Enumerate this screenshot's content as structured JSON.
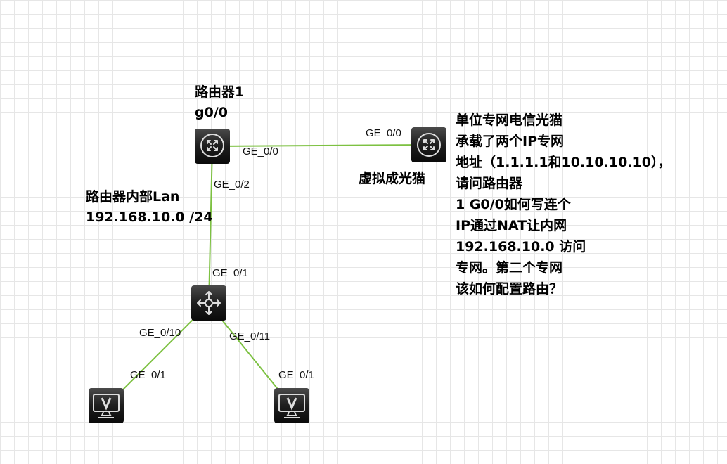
{
  "devices": {
    "router1": {
      "title": "路由器1",
      "subtitle": "g0/0"
    },
    "router2": {
      "caption": "虚拟成光猫"
    },
    "lan": {
      "title": "路由器内部Lan",
      "subnet": "192.168.10.0 /24"
    }
  },
  "ports": {
    "r1_to_r2": "GE_0/0",
    "r2_to_r1": "GE_0/0",
    "r1_to_sw": "GE_0/2",
    "sw_to_r1": "GE_0/1",
    "sw_to_pc1": "GE_0/10",
    "sw_to_pc2": "GE_0/11",
    "pc1_port": "GE_0/1",
    "pc2_port": "GE_0/1"
  },
  "question": {
    "lines": [
      "单位专网电信光猫",
      "承载了两个IP专网",
      "地址（1.1.1.1和10.10.10.10），",
      "请问路由器",
      "1 G0/0如何写连个",
      "IP通过NAT让内网",
      "192.168.10.0 访问",
      "专网。第二个专网",
      "该如何配置路由？"
    ]
  },
  "colors": {
    "link": "#7dc142",
    "device_dark": "#1a1a1a"
  },
  "icons": {
    "router1": "router-icon",
    "router2": "router-icon",
    "switch": "switch-icon",
    "pc1": "pc-icon",
    "pc2": "pc-icon"
  }
}
